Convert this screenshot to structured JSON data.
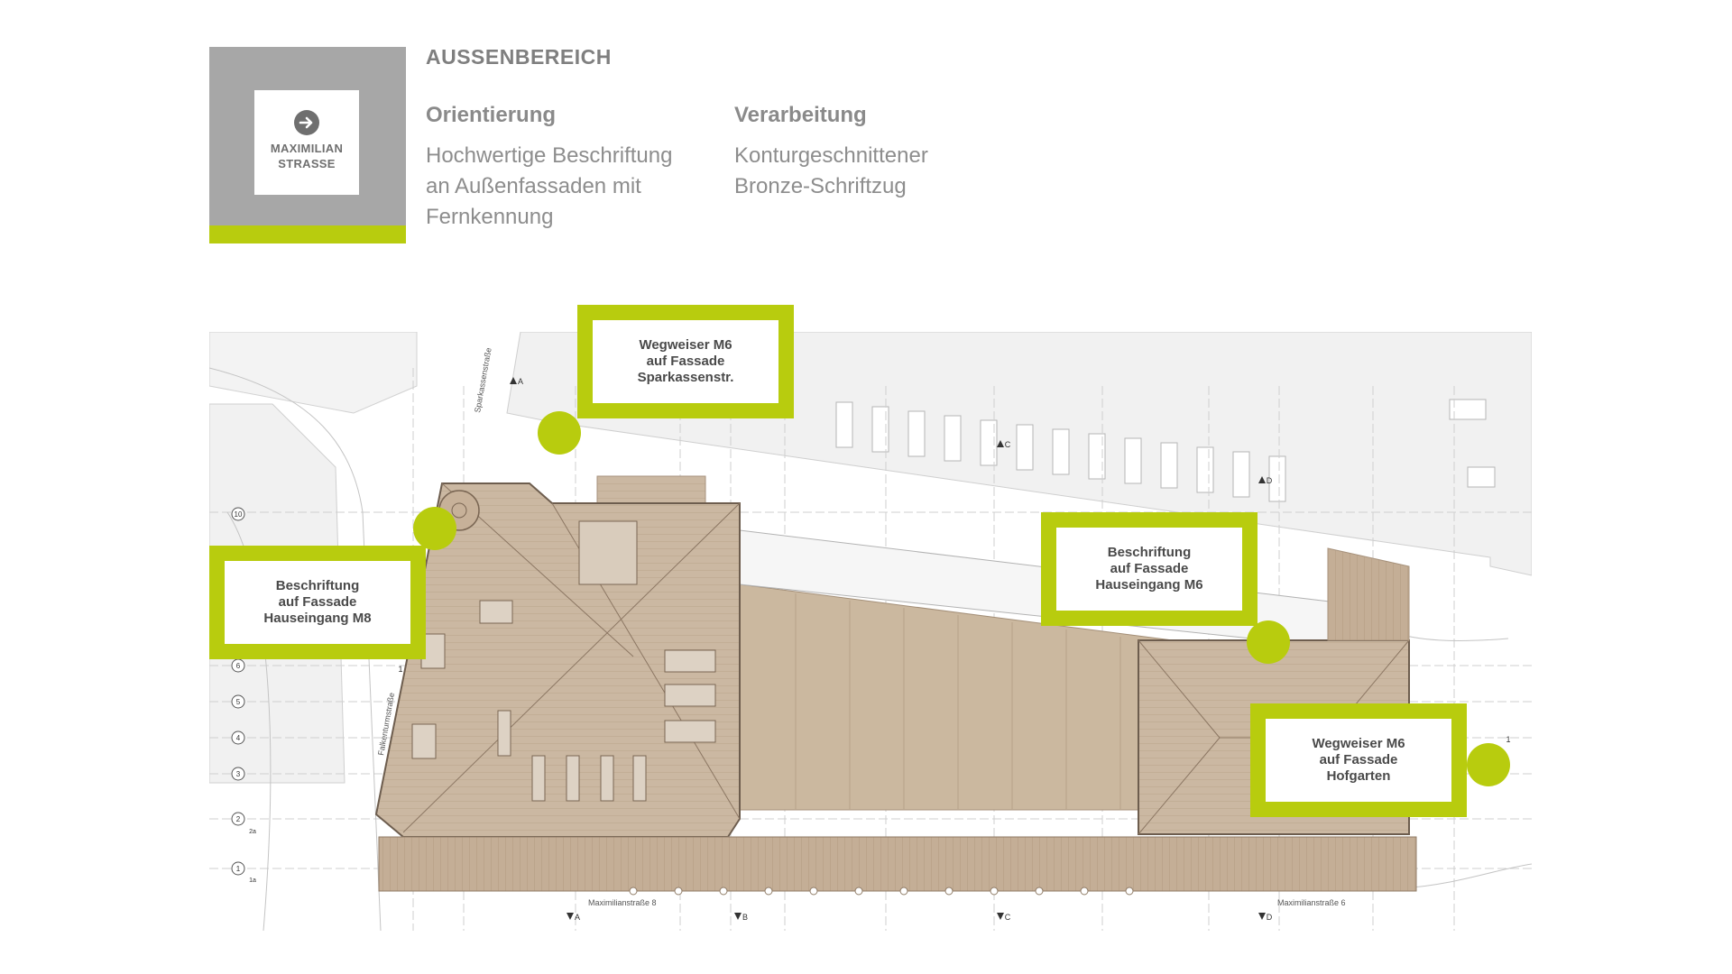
{
  "sign": {
    "icon": "arrow-right-circle-icon",
    "line1": "MAXIMILIAN",
    "line2": "STRASSE"
  },
  "section_title": "AUSSENBEREICH",
  "orientation": {
    "heading": "Orientierung",
    "lines": [
      "Hochwertige Beschriftung",
      "an Außenfassaden mit",
      "Fernkennung"
    ]
  },
  "processing": {
    "heading": "Verarbeitung",
    "lines": [
      "Konturgeschnittener",
      "Bronze-Schriftzug"
    ]
  },
  "colors": {
    "accent": "#b8cc0e",
    "panel_gray": "#a7a7a7",
    "roof": "#c9b49c",
    "roof_dark": "#b59e85"
  },
  "callouts": [
    {
      "id": "sparkassen",
      "text": "Wegweiser M6\nauf Fassade\nSparkassenstr."
    },
    {
      "id": "m8",
      "text": "Beschriftung\nauf Fassade\nHauseingang M8"
    },
    {
      "id": "m6",
      "text": "Beschriftung\nauf Fassade\nHauseingang M6"
    },
    {
      "id": "hofgarten",
      "text": "Wegweiser M6\nauf Fassade\nHofgarten"
    }
  ],
  "plan": {
    "street_top": "Sparkassenstraße",
    "street_left": "Falkenturmstraße",
    "address_left": "Maximilianstraße 8",
    "address_right": "Maximilianstraße 6",
    "axis_markers": [
      "A",
      "B",
      "C",
      "D"
    ],
    "section_markers": [
      "1"
    ],
    "grid_rows": [
      "1a",
      "1",
      "2a",
      "2",
      "3",
      "4",
      "5",
      "6",
      "10"
    ]
  }
}
